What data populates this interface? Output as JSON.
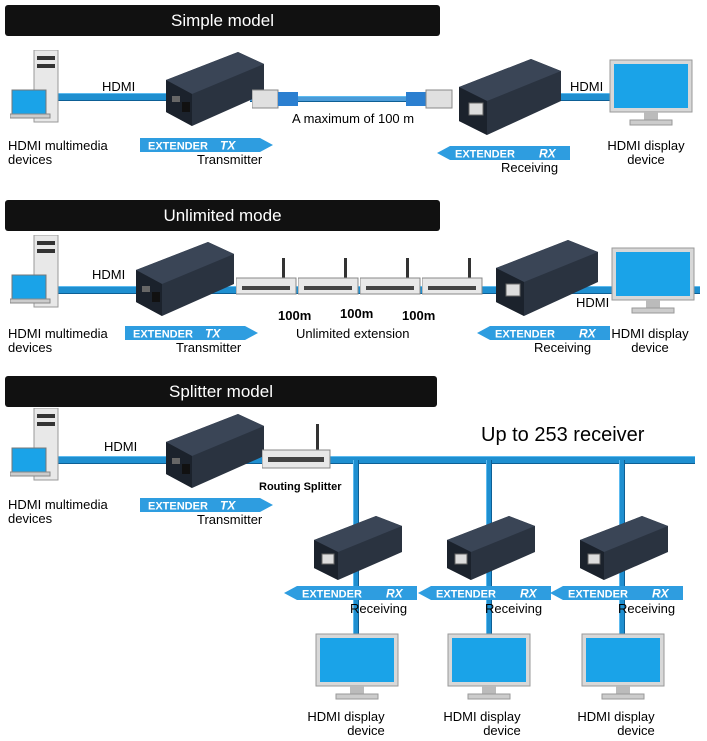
{
  "sections": [
    {
      "title": "Simple model"
    },
    {
      "title": "Unlimited mode"
    },
    {
      "title": "Splitter model"
    }
  ],
  "labels": {
    "hdmi": "HDMI",
    "source_line1": "HDMI multimedia",
    "source_line2": "devices",
    "display_line1": "HDMI display",
    "display_line2": "device",
    "transmitter": "Transmitter",
    "receiving": "Receiving",
    "max_distance": "A maximum of 100 m",
    "segment": "100m",
    "unlimited_extension": "Unlimited extension",
    "routing_splitter": "Routing Splitter",
    "up_to_receivers": "Up to 253 receiver"
  },
  "banners": {
    "tx_word": "EXTENDER",
    "tx_code": "TX",
    "rx_word": "EXTENDER",
    "rx_code": "RX"
  },
  "colors": {
    "cable": "#1f8fd0",
    "banner": "#2e9de0",
    "device_body": "#2a3340",
    "screen": "#1aa3e8",
    "title_bar": "#111111"
  }
}
